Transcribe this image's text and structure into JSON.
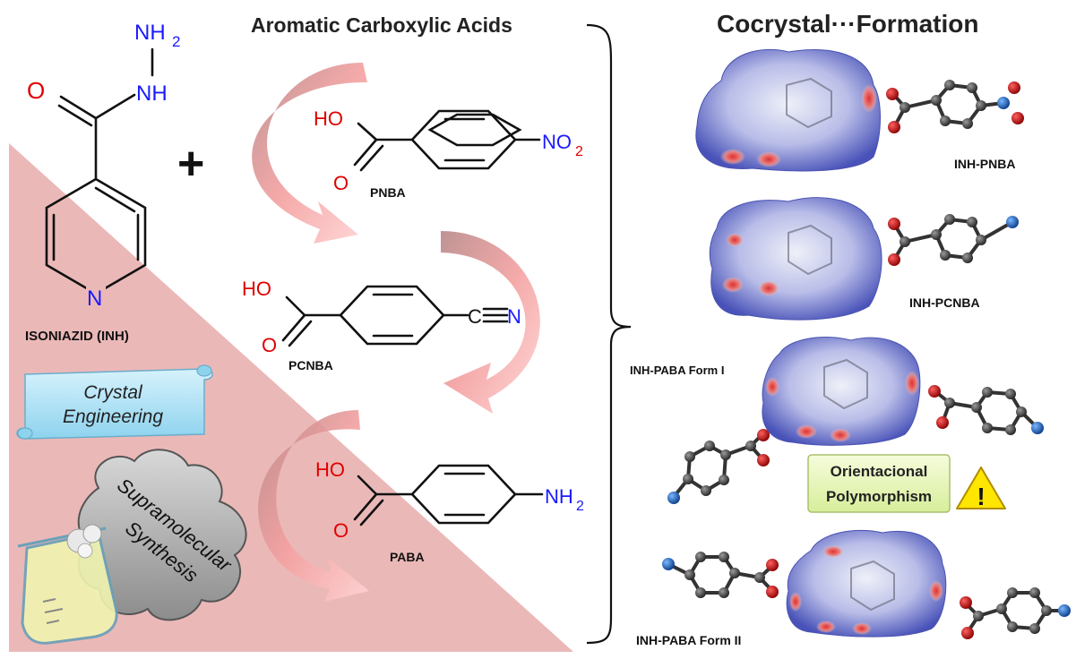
{
  "titles": {
    "acids": "Aromatic Carboxylic Acids",
    "cocrystal": "Cocrystal···Formation"
  },
  "inh": {
    "name": "ISONIAZID (INH)",
    "nh2": "NH",
    "nh2_sub": "2",
    "nh": "NH",
    "o": "O",
    "n": "N"
  },
  "plus": "+",
  "acids": [
    {
      "name": "PNBA",
      "ho": "HO",
      "o": "O",
      "group_main": "NO",
      "group_sub": "2"
    },
    {
      "name": "PCNBA",
      "ho": "HO",
      "o": "O",
      "group_c": "C",
      "group_n": "N"
    },
    {
      "name": "PABA",
      "ho": "HO",
      "o": "O",
      "group_main": "NH",
      "group_sub": "2"
    }
  ],
  "banners": {
    "crystal_line1": "Crystal",
    "crystal_line2": "Engineering",
    "supra_line1": "Supramolecular",
    "supra_line2": "Synthesis",
    "ortho_line1": "Orientacional",
    "ortho_line2": "Polymorphism"
  },
  "cocrystals": [
    {
      "label": "INH-PNBA"
    },
    {
      "label": "INH-PCNBA"
    },
    {
      "label": "INH-PABA Form I"
    },
    {
      "label": "INH-PABA Form II"
    }
  ],
  "warning_symbol": "!",
  "colors": {
    "oxygen": "#e00000",
    "nitrogen": "#1a1aff",
    "triangle": "#e8b0b0",
    "arrow": "#f08a8a",
    "surface_blue": "#6f78c8",
    "surface_red": "#d84a4a",
    "crystal_banner": "#a8e0f4",
    "ortho_box": "#e6f5b8",
    "warning": "#ffe600"
  }
}
